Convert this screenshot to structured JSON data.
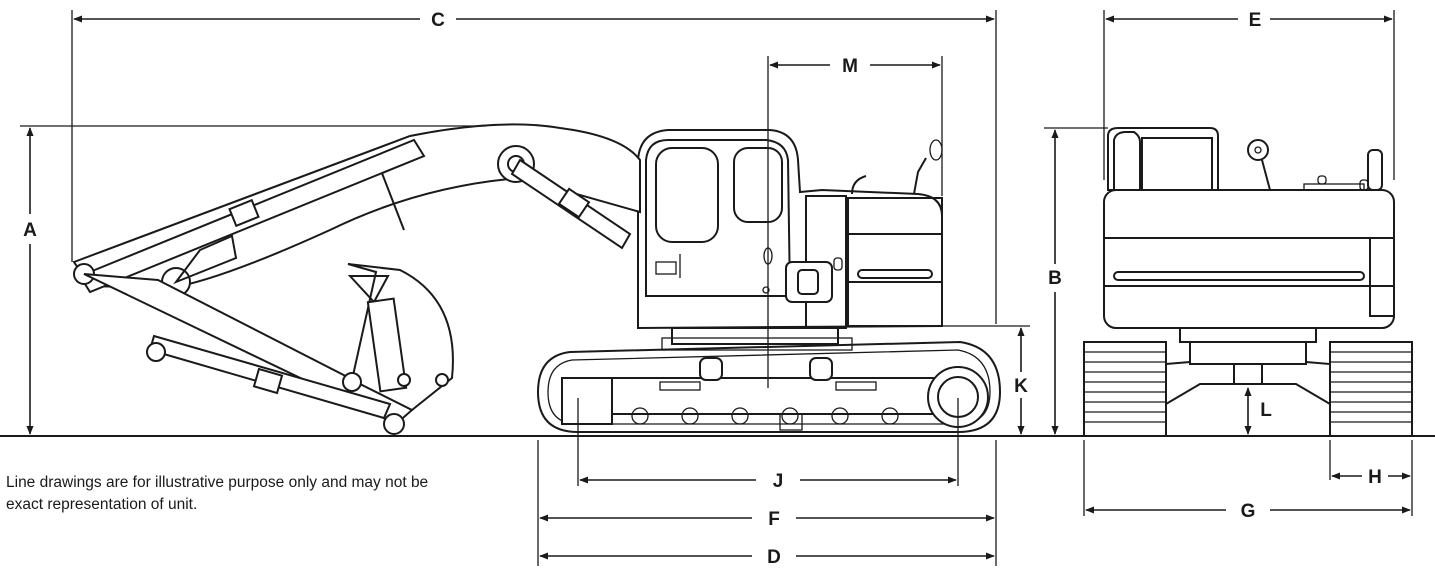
{
  "disclaimer": "Line drawings are for illustrative purpose only and may not be exact representation of unit.",
  "dimensions": {
    "A": "A",
    "B": "B",
    "C": "C",
    "D": "D",
    "E": "E",
    "F": "F",
    "G": "G",
    "H": "H",
    "J": "J",
    "K": "K",
    "L": "L",
    "M": "M"
  }
}
